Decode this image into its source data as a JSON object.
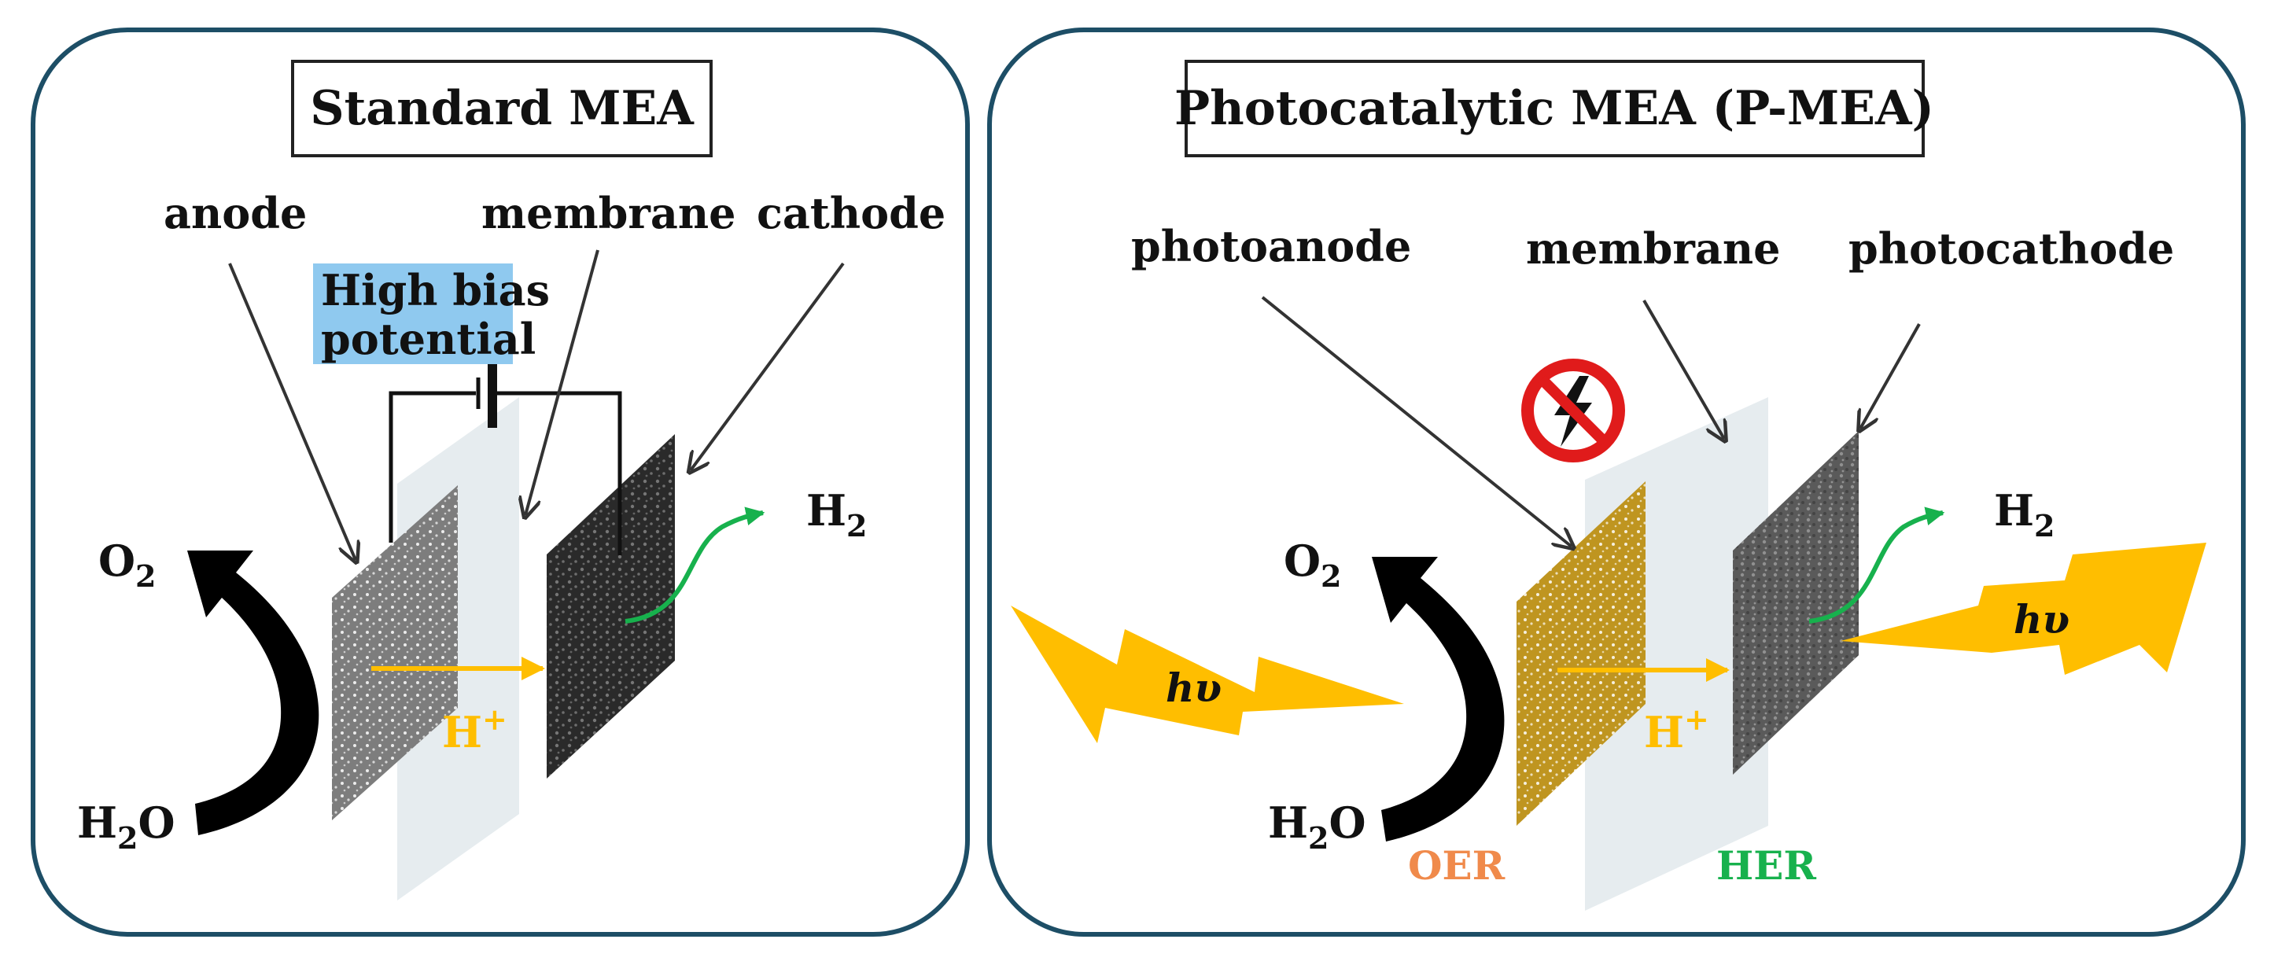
{
  "colors": {
    "panel_border": "#1d4e66",
    "membrane": "#e6ecef",
    "anode": "#7d7d7d",
    "cathode": "#2a2a2a",
    "photoanode": "#bf9520",
    "photocathode": "#5a5a5a",
    "highlight": "#8fc9ef",
    "proton": "#ffbe00",
    "h2_arrow": "#17b14d",
    "light": "#ffbe00",
    "oer": "#f08a4b",
    "her": "#17b14d",
    "no_symbol": "#e01b1b"
  },
  "panels": {
    "standard": {
      "title": "Standard MEA",
      "labels": {
        "anode": "anode",
        "membrane": "membrane",
        "cathode": "cathode",
        "bias_line1": "High bias",
        "bias_line2": "potential",
        "o2": "O",
        "o2_sub": "2",
        "h2o_pre": "H",
        "h2o_sub": "2",
        "h2o_post": "O",
        "h2": "H",
        "h2_sub": "2",
        "proton": "H",
        "proton_sup": "+"
      },
      "icons": [
        "battery-icon"
      ]
    },
    "photocatalytic": {
      "title": "Photocatalytic MEA (P-MEA)",
      "labels": {
        "photoanode": "photoanode",
        "membrane": "membrane",
        "photocathode": "photocathode",
        "o2": "O",
        "o2_sub": "2",
        "h2o_pre": "H",
        "h2o_sub": "2",
        "h2o_post": "O",
        "h2": "H",
        "h2_sub": "2",
        "proton": "H",
        "proton_sup": "+",
        "light_left": "hυ",
        "light_right": "hυ",
        "oer": "OER",
        "her": "HER"
      },
      "icons": [
        "no-electricity-icon",
        "lightning-icon"
      ]
    }
  }
}
